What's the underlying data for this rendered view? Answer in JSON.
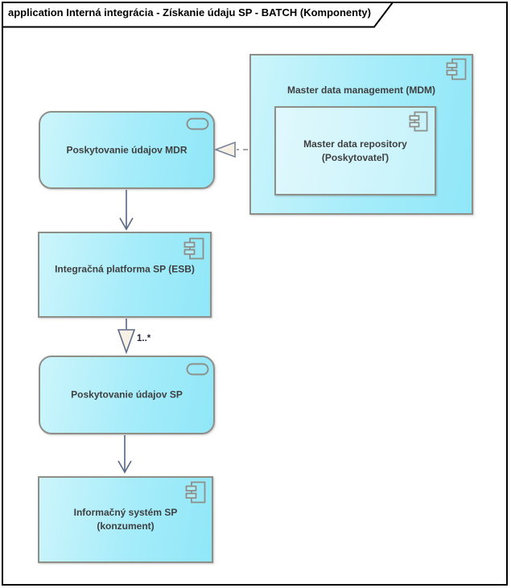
{
  "diagram": {
    "title": "application Interná integrácia - Získanie údaju SP  - BATCH (Komponenty)"
  },
  "colors": {
    "node_fill": "#a5ecfa",
    "node_fill_light": "#cdf4fb",
    "node_border": "#8f8f8a",
    "frame_border": "#000000",
    "label_text": "#3f3f3f",
    "connector": "#5d6c89",
    "arrowhead_fill": "#f7f0e4",
    "dashed_line": "#8a8a8a"
  },
  "nodes": {
    "mdm": {
      "label": "Master data management (MDM)"
    },
    "repo": {
      "line1": "Master data repository",
      "line2": "(Poskytovateľ)"
    },
    "svc_mdr": {
      "label": "Poskytovanie údajov MDR"
    },
    "esb": {
      "label": "Integračná platforma SP (ESB)"
    },
    "svc_sp": {
      "label": "Poskytovanie údajov SP"
    },
    "is_sp": {
      "line1": "Informačný systém SP",
      "line2": "(konzument)"
    }
  },
  "connectors": {
    "multiplicity": "1..*"
  }
}
